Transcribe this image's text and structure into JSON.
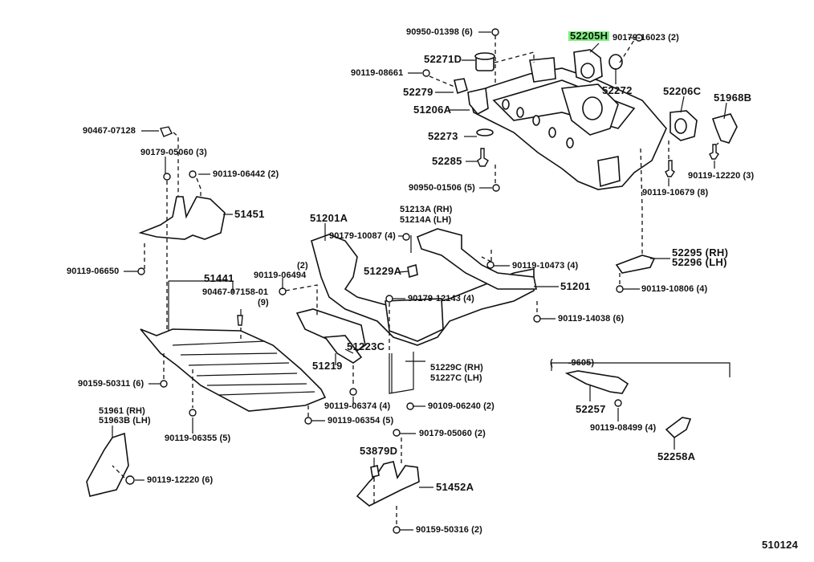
{
  "diagram": {
    "title_code": "510124",
    "highlight_color": "#7df07d",
    "highlighted_part": "52205H",
    "date_range_bracket": "(      -9605)",
    "labels": {
      "p90950_01398": "90950-01398 (6)",
      "p52205H": "52205H",
      "p90179_16023": "90179-16023 (2)",
      "p52271D": "52271D",
      "p90119_08661": "90119-08661",
      "p52272": "52272",
      "p52279": "52279",
      "p52206C": "52206C",
      "p51968B": "51968B",
      "p51206A": "51206A",
      "p90467_07128": "90467-07128",
      "p52273": "52273",
      "p90179_05060_3": "90179-05060 (3)",
      "p52285": "52285",
      "p90119_12220_3": "90119-12220 (3)",
      "p90119_06442": "90119-06442 (2)",
      "p90950_01506": "90950-01506 (5)",
      "p90119_10679": "90119-10679 (8)",
      "p51451": "51451",
      "p51201A": "51201A",
      "p51213A": "51213A (RH)",
      "p51214A": "51214A (LH)",
      "p90179_10087": "90179-10087 (4)",
      "p52295": "52295 (RH)",
      "p52296": "52296 (LH)",
      "p90119_06650": "90119-06650",
      "p90119_06494_qty": "(2)",
      "p90119_06494": "90119-06494",
      "p51229A": "51229A",
      "p90119_10473": "90119-10473 (4)",
      "p51441": "51441",
      "p90467_07158": "90467-07158-01",
      "p90467_07158_qty": "(9)",
      "p51201": "51201",
      "p90119_10806": "90119-10806 (4)",
      "p90179_12143": "90179-12143 (4)",
      "p90119_14038": "90119-14038 (6)",
      "p51223C": "51223C",
      "p51219": "51219",
      "p51229C": "51229C (RH)",
      "p51227C": "51227C (LH)",
      "p90159_50311": "90159-50311 (6)",
      "p90119_06374": "90119-06374 (4)",
      "p90109_06240": "90109-06240 (2)",
      "p52257": "52257",
      "p51961": "51961    (RH)",
      "p51963B": "51963B (LH)",
      "p90119_06354": "90119-06354 (5)",
      "p90119_08499": "90119-08499 (4)",
      "p90119_06355": "90119-06355 (5)",
      "p90179_05060_2": "90179-05060 (2)",
      "p52258A": "52258A",
      "p53879D": "53879D",
      "p90119_12220_6": "90119-12220 (6)",
      "p51452A": "51452A",
      "p90159_50316": "90159-50316 (2)"
    }
  }
}
